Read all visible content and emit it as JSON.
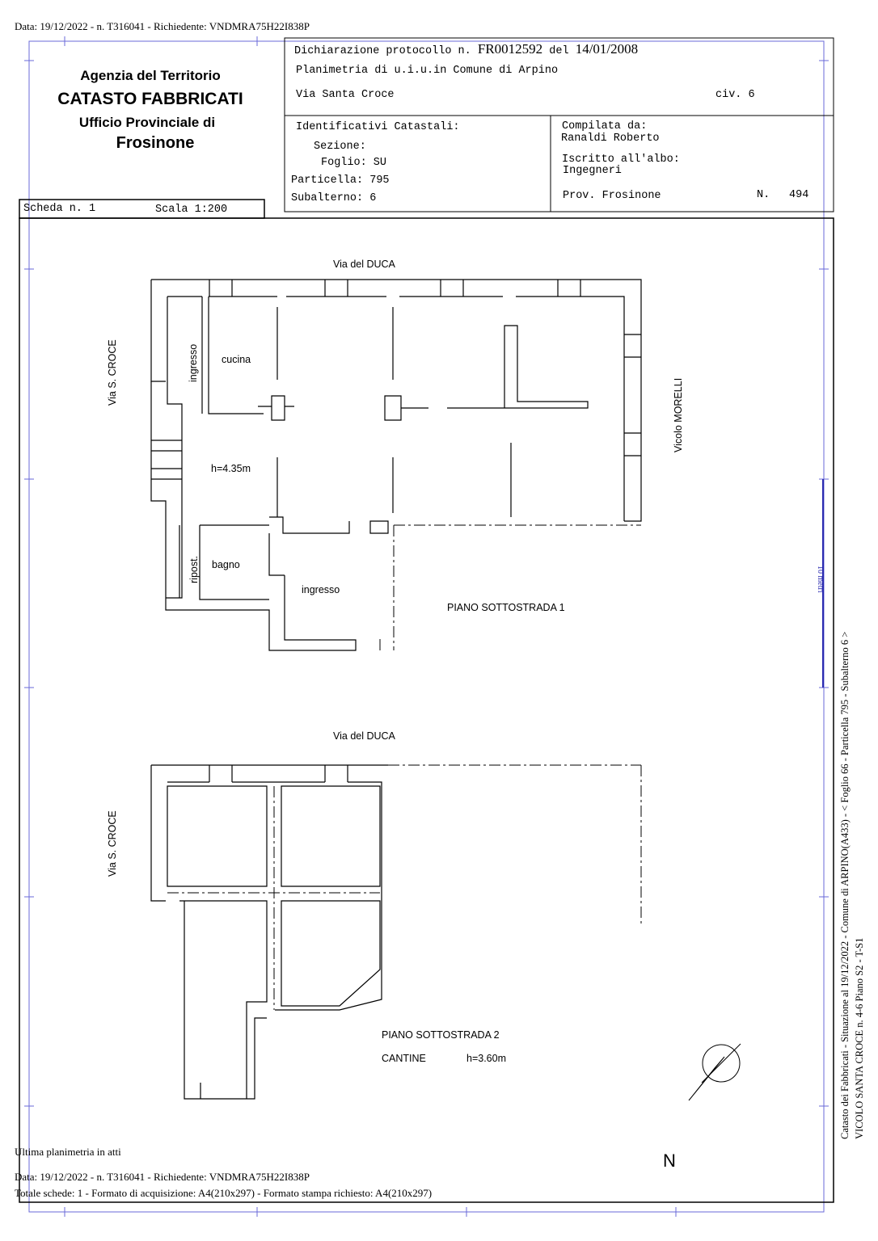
{
  "header_line": "Data: 19/12/2022 - n. T316041 - Richiedente: VNDMRA75H22I838P",
  "agency": {
    "line1": "Agenzia del Territorio",
    "line2": "CATASTO FABBRICATI",
    "line3": "Ufficio Provinciale di",
    "line4": "Frosinone"
  },
  "declaration": {
    "prefix": "Dichiarazione protocollo n.",
    "protocol": "FR0012592",
    "del": "del",
    "date": "14/01/2008",
    "planimetria": "Planimetria di u.i.u.in Comune di Arpino",
    "address": "Via Santa Croce",
    "civ": "civ. 6"
  },
  "identificativi": {
    "title": "Identificativi Catastali:",
    "sezione": "Sezione:",
    "foglio": "Foglio: SU",
    "particella": "Particella: 795",
    "subalterno": "Subalterno: 6"
  },
  "compilata": {
    "label": "Compilata da:",
    "name": "Ranaldi Roberto",
    "albo_label": "Iscritto all'albo:",
    "albo": "Ingegneri",
    "prov": "Prov. Frosinone",
    "n_label": "N.",
    "n_value": "494"
  },
  "scheda": {
    "label": "Scheda n. 1",
    "scala": "Scala 1:200"
  },
  "plan1": {
    "street_top": "Via del DUCA",
    "street_left": "Via S. CROCE",
    "street_right": "Vicolo MORELLI",
    "rooms": [
      "ingresso",
      "cucina",
      "h=4.35m",
      "ripost.",
      "bagno",
      "ingresso"
    ],
    "title": "PIANO SOTTOSTRADA 1"
  },
  "plan2": {
    "street_top": "Via del DUCA",
    "street_left": "Via S. CROCE",
    "title": "PIANO SOTTOSTRADA 2",
    "cantine": "CANTINE",
    "height": "h=3.60m"
  },
  "north": "N",
  "scale_bar": "10 metri",
  "side": {
    "line1": "Catasto dei Fabbricati - Situazione al 19/12/2022 - Comune di ARPINO(A433) - < Foglio 66 - Particella  795 - Subalterno 6 >",
    "line2": "VICOLO SANTA CROCE n. 4-6 Piano S2 - T-S1"
  },
  "footer": {
    "ultima": "Ultima planimetria in atti",
    "data": "Data: 19/12/2022 - n. T316041 - Richiedente: VNDMRA75H22I838P",
    "totale": "Totale schede: 1 - Formato di acquisizione: A4(210x297)  - Formato stampa richiesto: A4(210x297)"
  },
  "colors": {
    "frame_blue": "#3a3ad0",
    "ink": "#000000"
  }
}
